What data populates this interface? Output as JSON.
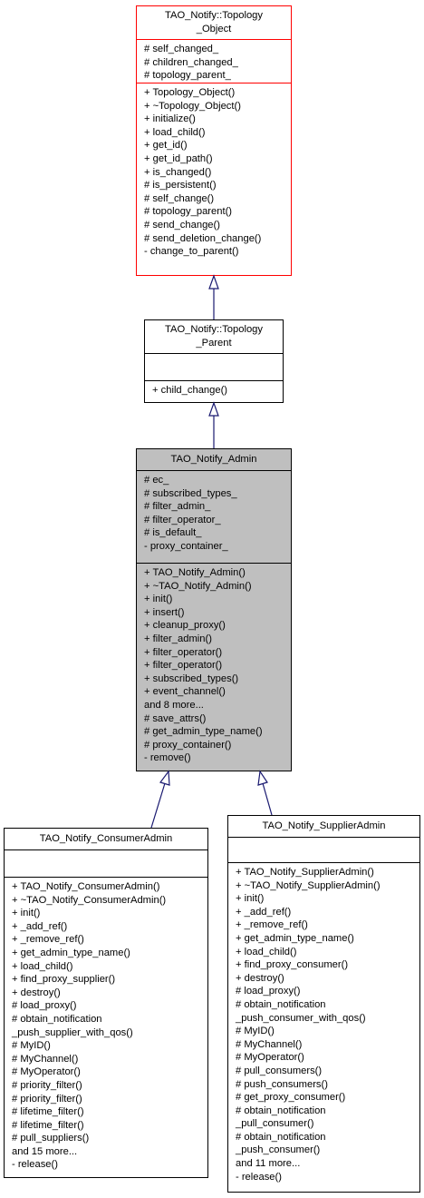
{
  "nodes": {
    "topology_object": {
      "title": "TAO_Notify::Topology\n_Object",
      "attributes": [
        "# self_changed_",
        "# children_changed_",
        "# topology_parent_"
      ],
      "methods": [
        "+ Topology_Object()",
        "+ ~Topology_Object()",
        "+ initialize()",
        "+ load_child()",
        "+ get_id()",
        "+ get_id_path()",
        "+ is_changed()",
        "# is_persistent()",
        "# self_change()",
        "# topology_parent()",
        "# send_change()",
        "# send_deletion_change()",
        "- change_to_parent()"
      ]
    },
    "topology_parent": {
      "title": "TAO_Notify::Topology\n_Parent",
      "attributes": [],
      "methods": [
        "+ child_change()"
      ]
    },
    "notify_admin": {
      "title": "TAO_Notify_Admin",
      "attributes": [
        "# ec_",
        "# subscribed_types_",
        "# filter_admin_",
        "# filter_operator_",
        "# is_default_",
        "- proxy_container_"
      ],
      "methods": [
        "+ TAO_Notify_Admin()",
        "+ ~TAO_Notify_Admin()",
        "+ init()",
        "+ insert()",
        "+ cleanup_proxy()",
        "+ filter_admin()",
        "+ filter_operator()",
        "+ filter_operator()",
        "+ subscribed_types()",
        "+ event_channel()",
        "and 8 more...",
        "# save_attrs()",
        "# get_admin_type_name()",
        "# proxy_container()",
        "- remove()"
      ]
    },
    "consumer_admin": {
      "title": "TAO_Notify_ConsumerAdmin",
      "attributes": [],
      "methods": [
        "+ TAO_Notify_ConsumerAdmin()",
        "+ ~TAO_Notify_ConsumerAdmin()",
        "+ init()",
        "+ _add_ref()",
        "+ _remove_ref()",
        "+ get_admin_type_name()",
        "+ load_child()",
        "+ find_proxy_supplier()",
        "+ destroy()",
        "# load_proxy()",
        "# obtain_notification\n_push_supplier_with_qos()",
        "# MyID()",
        "# MyChannel()",
        "# MyOperator()",
        "# priority_filter()",
        "# priority_filter()",
        "# lifetime_filter()",
        "# lifetime_filter()",
        "# pull_suppliers()",
        "and 15 more...",
        "- release()"
      ]
    },
    "supplier_admin": {
      "title": "TAO_Notify_SupplierAdmin",
      "attributes": [],
      "methods": [
        "+ TAO_Notify_SupplierAdmin()",
        "+ ~TAO_Notify_SupplierAdmin()",
        "+ init()",
        "+ _add_ref()",
        "+ _remove_ref()",
        "+ get_admin_type_name()",
        "+ load_child()",
        "+ find_proxy_consumer()",
        "+ destroy()",
        "# load_proxy()",
        "# obtain_notification\n_push_consumer_with_qos()",
        "# MyID()",
        "# MyChannel()",
        "# MyOperator()",
        "# pull_consumers()",
        "# push_consumers()",
        "# get_proxy_consumer()",
        "# obtain_notification\n_pull_consumer()",
        "# obtain_notification\n_push_consumer()",
        "and 11 more...",
        "- release()"
      ]
    }
  },
  "colors": {
    "highlight_border": "#ff0000",
    "focus_fill": "#bfbfbf",
    "arrow": "#191970"
  }
}
